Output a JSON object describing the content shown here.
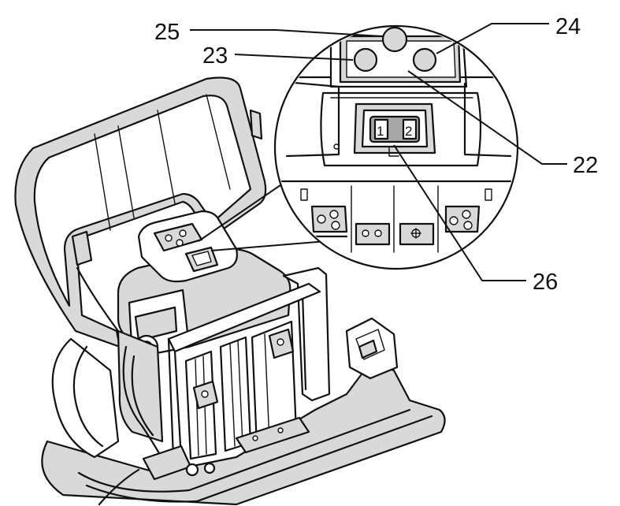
{
  "callouts": {
    "c25": "25",
    "c23": "23",
    "c24": "24",
    "c22": "22",
    "c26": "26"
  },
  "connector_label": {
    "slot1": "1",
    "slot2": "2"
  }
}
